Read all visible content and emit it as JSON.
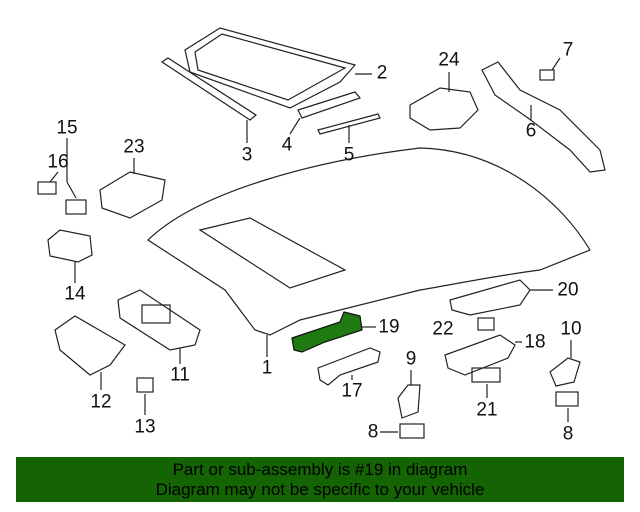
{
  "diagram": {
    "highlight_color": "#1f7a12",
    "callouts": [
      "1",
      "2",
      "3",
      "4",
      "5",
      "6",
      "7",
      "8",
      "8",
      "9",
      "10",
      "11",
      "12",
      "13",
      "14",
      "15",
      "16",
      "17",
      "18",
      "19",
      "20",
      "21",
      "22",
      "23",
      "24"
    ]
  },
  "banner": {
    "line1": "Part or sub-assembly is #19 in diagram",
    "line2": "Diagram may not be specific to your vehicle",
    "color": "#146404"
  }
}
